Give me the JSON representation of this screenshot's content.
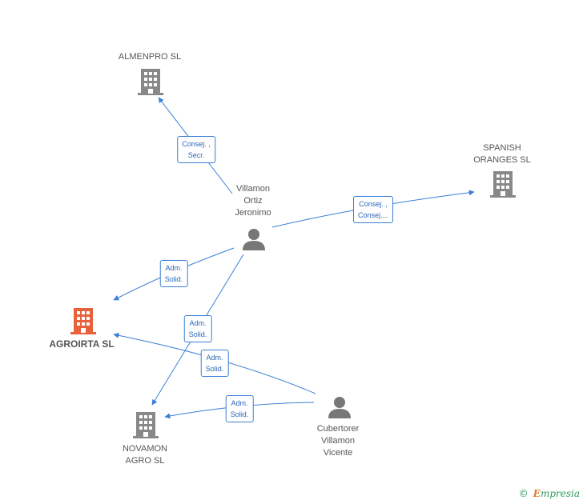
{
  "colors": {
    "edge": "#3a7fd5",
    "company": "#888888",
    "focus": "#e8603c",
    "person": "#777777"
  },
  "nodes": {
    "almenpro": {
      "label": "ALMENPRO  SL",
      "icon": "building-icon"
    },
    "spanish_oranges": {
      "label": "SPANISH\nORANGES SL",
      "icon": "building-icon"
    },
    "villamon": {
      "label": "Villamon\nOrtiz\nJeronimo",
      "icon": "person-icon"
    },
    "agroirta": {
      "label": "AGROIRTA  SL",
      "icon": "building-icon"
    },
    "novamon": {
      "label": "NOVAMON\nAGRO  SL",
      "icon": "building-icon"
    },
    "cubertorer": {
      "label": "Cubertorer\nVillamon\nVicente",
      "icon": "person-icon"
    }
  },
  "edges": {
    "e1": {
      "label": "Consej. ,\nSecr."
    },
    "e2": {
      "label": "Consej. ,\nConsej...."
    },
    "e3": {
      "label": "Adm.\nSolid."
    },
    "e4": {
      "label": "Adm.\nSolid."
    },
    "e5": {
      "label": "Adm.\nSolid."
    },
    "e6": {
      "label": "Adm.\nSolid."
    }
  },
  "brand": {
    "symbol": "©",
    "first": "E",
    "rest": "mpresia"
  }
}
